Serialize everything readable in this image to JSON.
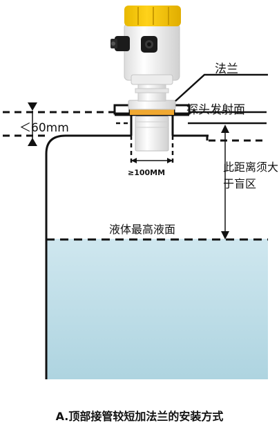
{
  "labels": {
    "flange": "法兰",
    "probe_face": "探头发射面",
    "distance_note": "此距离须大于盲区",
    "pipe_height": "＜60mm",
    "pipe_width": "≥100MM",
    "max_level": "液体最高液面",
    "caption": "A.顶部接管较短加法兰的安装方式"
  },
  "colors": {
    "liquid": "#b9dbe6",
    "liquid_top": "#d8edf3",
    "sensor_head": "#f7c600",
    "sensor_body": "#f2f2f2",
    "band": "#f0a830",
    "line": "#111111"
  },
  "icons": {
    "sensor": "radar-level-sensor-icon",
    "cable_gland": "cable-gland-icon",
    "arrow": "arrow-icon"
  }
}
